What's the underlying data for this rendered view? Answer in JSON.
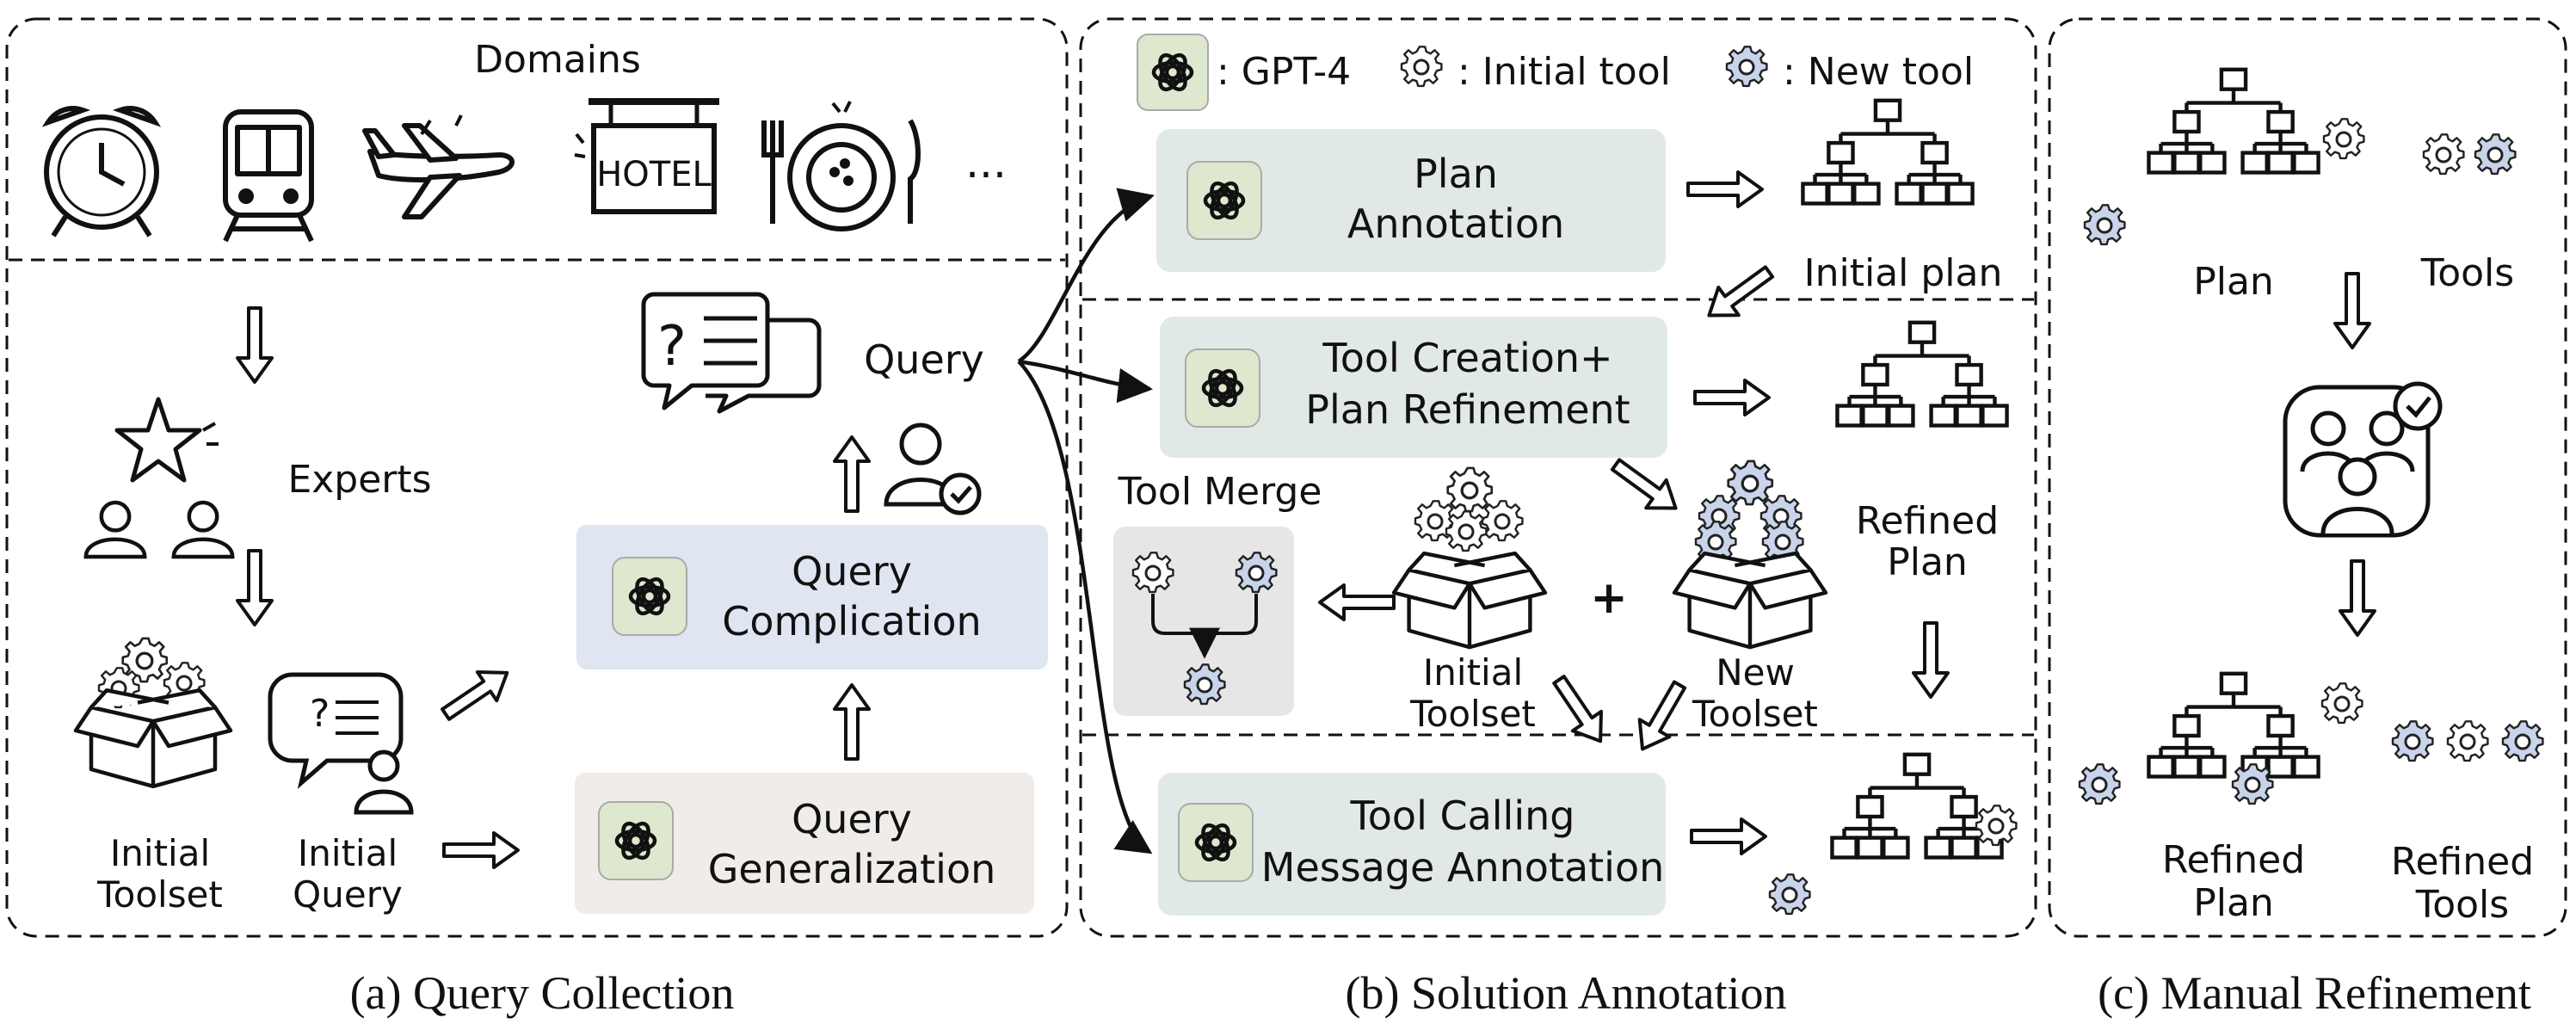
{
  "legend": {
    "gpt4": ": GPT-4",
    "initial_tool": ": Initial tool",
    "new_tool": ": New tool"
  },
  "panel_a": {
    "caption": "(a) Query Collection",
    "domains_title": "Domains",
    "domain_icons": [
      "alarm-clock-icon",
      "train-icon",
      "airplane-icon",
      "hotel-sign-icon",
      "dining-plate-icon"
    ],
    "domains_more": "...",
    "experts": "Experts",
    "initial_toolset": [
      "Initial",
      "Toolset"
    ],
    "initial_query": [
      "Initial",
      "Query"
    ],
    "query": "Query",
    "query_complication": [
      "Query",
      "Complication"
    ],
    "query_generalization": [
      "Query",
      "Generalization"
    ]
  },
  "panel_b": {
    "caption": "(b) Solution Annotation",
    "plan_annotation": [
      "Plan",
      "Annotation"
    ],
    "initial_plan": "Initial plan",
    "tool_creation": [
      "Tool Creation+",
      "Plan Refinement"
    ],
    "refined_plan": [
      "Refined",
      "Plan"
    ],
    "tool_merge": "Tool Merge",
    "initial_toolset": [
      "Initial",
      "Toolset"
    ],
    "new_toolset": [
      "New",
      "Toolset"
    ],
    "plus": "+",
    "tool_calling": [
      "Tool Calling",
      "Message Annotation"
    ]
  },
  "panel_c": {
    "caption": "(c) Manual Refinement",
    "plan": "Plan",
    "tools": "Tools",
    "refined_plan": [
      "Refined",
      "Plan"
    ],
    "refined_tools": [
      "Refined",
      "Tools"
    ]
  },
  "colors": {
    "blue_box": "#dfe6f1",
    "gray_box": "#efecea",
    "teal_box": "#e0e9e6",
    "gpt_badge": "#dde8cf",
    "merge_box": "#e6e6e6",
    "new_tool_fill": "#c9d3ea"
  }
}
